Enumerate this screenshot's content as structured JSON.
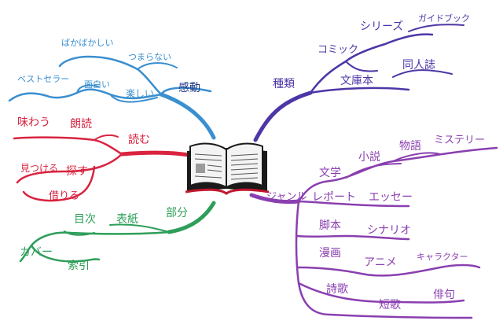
{
  "colors": {
    "blue": "#3a8fd0",
    "navy": "#223a86",
    "red": "#d9233f",
    "green": "#2e9e5a",
    "indigo": "#4e36a6",
    "purple": "#8a3fb0"
  },
  "center_icon": "open-book-icon",
  "branches": {
    "kando": {
      "label": "感動",
      "words": {
        "bakabakashii": "ばかばかしい",
        "tsumaranai": "つまらない",
        "bestseller": "ベストセラー",
        "omoshiroi": "面白い",
        "tanoshii": "楽しい"
      }
    },
    "yomu": {
      "label": "読む",
      "words": {
        "ajiwau": "味わう",
        "roudoku": "朗読",
        "mitsukeru": "見つける",
        "sagasu": "探す",
        "kariru": "借りる"
      }
    },
    "bubun": {
      "label": "部分",
      "words": {
        "mokuji": "目次",
        "hyoushi": "表紙",
        "cover": "カバー",
        "sakuin": "索引"
      }
    },
    "shurui": {
      "label": "種類",
      "words": {
        "series": "シリーズ",
        "guidebook": "ガイドブック",
        "comic": "コミック",
        "bunkobon": "文庫本",
        "doujinshi": "同人誌"
      }
    },
    "genre": {
      "label": "ジャンル",
      "words": {
        "bungaku": "文学",
        "shousetsu": "小説",
        "monogatari": "物語",
        "mystery": "ミステリー",
        "report": "レポート",
        "essay": "エッセー",
        "kyakuhon": "脚本",
        "scenario": "シナリオ",
        "manga": "漫画",
        "anime": "アニメ",
        "character": "キャラクター",
        "shiika": "詩歌",
        "tanka": "短歌",
        "haiku": "俳句"
      }
    }
  }
}
